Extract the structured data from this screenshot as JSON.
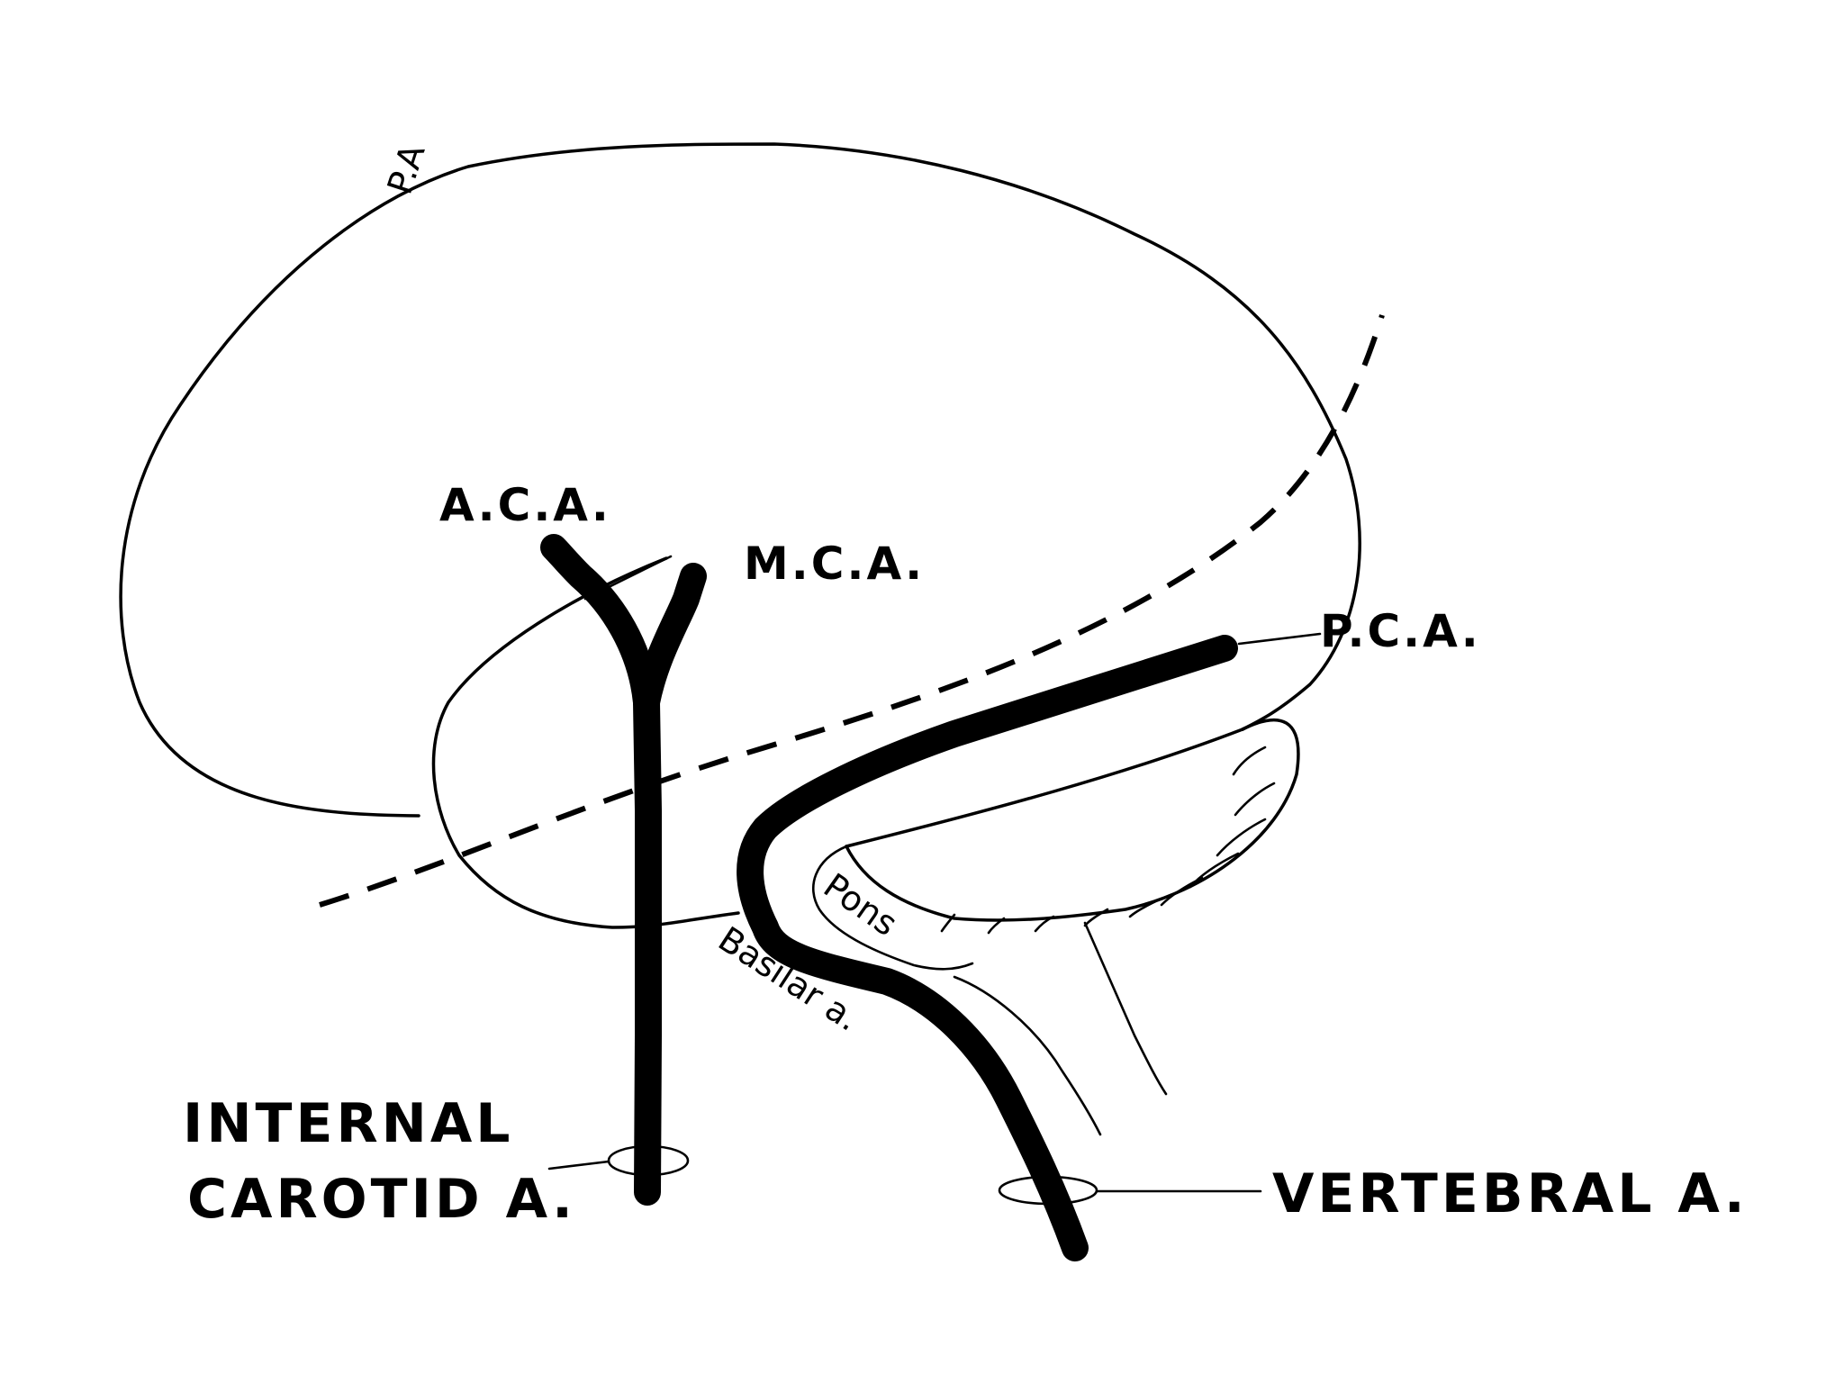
{
  "labels": {
    "aca": "A.C.A.",
    "mca": "M.C.A.",
    "pca": "P.C.A.",
    "ppa": "P.A",
    "internal": "INTERNAL",
    "carotid": "CAROTID  A.",
    "vertebral": "VERTEBRAL  A.",
    "pons": "Pons",
    "basilar": "Basilar a."
  }
}
